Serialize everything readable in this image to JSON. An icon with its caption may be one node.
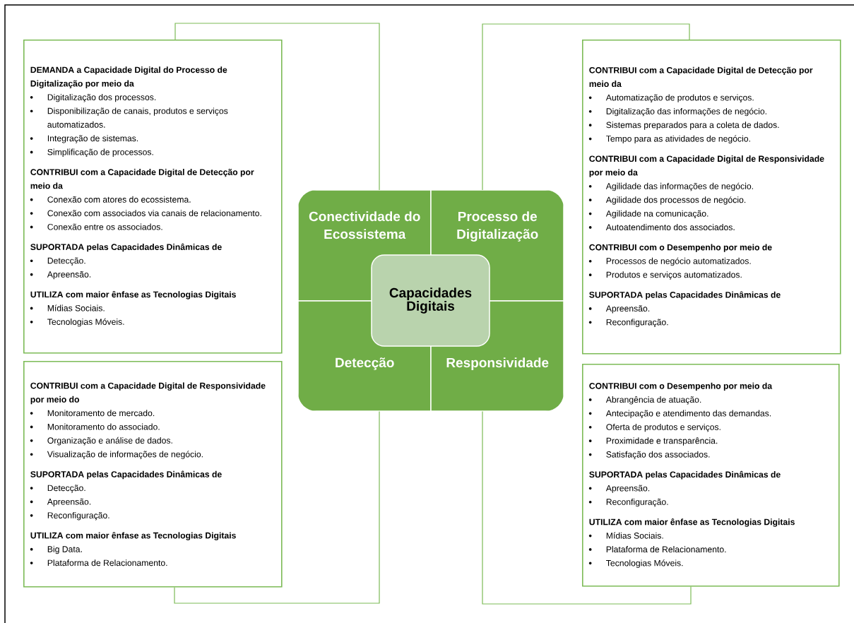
{
  "diagram": {
    "nodes": [
      {
        "text": [
          "Conectividade do Ecossistema"
        ]
      },
      {
        "text": [
          "Processo de Digitalização"
        ]
      },
      {
        "text": [
          "Detecção"
        ]
      },
      {
        "text": [
          "Responsividade"
        ]
      },
      {
        "text": [
          "Capacidades Digitais"
        ]
      },
      {
        "text": [
          "DEMANDA a Capacidade Digital do Processo de Digitalização por meio da",
          "Digitalização dos processos.",
          "Disponibilização de canais, produtos e serviços automatizados.",
          "Integração de sistemas.",
          "Simplificação de processos.",
          "CONTRIBUI com a Capacidade Digital de Detecção por meio da",
          "Conexão com atores do ecossistema.",
          "Conexão com associados via canais de relacionamento.",
          "Conexão entre os associados.",
          "SUPORTADA pelas Capacidades Dinâmicas de",
          "Detecção.",
          "Apreensão.",
          "UTILIZA com maior ênfase as Tecnologias Digitais",
          "Mídias Sociais.",
          "Tecnologias Móveis."
        ]
      },
      {
        "text": [
          "CONTRIBUI com a Capacidade Digital de Detecção por meio da",
          "Automatização de produtos e serviços.",
          "Digitalização das informações de negócio.",
          "Sistemas preparados para a coleta de dados.",
          "Tempo para as atividades de negócio.",
          "CONTRIBUI com a Capacidade Digital de Responsividade por meio da",
          "Agilidade das informações de negócio.",
          "Agilidade dos processos de negócio.",
          "Agilidade na comunicação.",
          "Autoatendimento dos associados.",
          "CONTRIBUI com o Desempenho por meio de",
          "Processos de negócio automatizados.",
          "Produtos e serviços automatizados.",
          "SUPORTADA pelas Capacidades Dinâmicas de",
          "Apreensão.",
          "Reconfiguração."
        ]
      },
      {
        "text": [
          "CONTRIBUI com a Capacidade Digital de Responsividade por meio do",
          "Monitoramento de mercado.",
          "Monitoramento do associado.",
          "Organização e análise de dados.",
          "Visualização de informações de negócio.",
          "SUPORTADA pelas Capacidades Dinâmicas de",
          "Detecção.",
          "Apreensão.",
          "Reconfiguração.",
          "UTILIZA com maior ênfase as Tecnologias Digitais",
          "Big Data.",
          "Plataforma de Relacionamento."
        ]
      },
      {
        "text": [
          "CONTRIBUI com o Desempenho por meio da",
          "Abrangência de atuação.",
          "Antecipação e atendimento das demandas.",
          "Oferta de produtos e serviços.",
          "Proximidade e transparência.",
          "Satisfação dos associados.",
          "SUPORTADA pelas Capacidades Dinâmicas de",
          "Apreensão.",
          "Reconfiguração.",
          "UTILIZA com maior ênfase as Tecnologias Digitais",
          "Mídias Sociais.",
          "Plataforma de Relacionamento.",
          "Tecnologias Móveis."
        ]
      }
    ],
    "edges": [
      {
        "from": 0,
        "to": 5,
        "arrow": "none"
      },
      {
        "from": 1,
        "to": 6,
        "arrow": "none"
      },
      {
        "from": 2,
        "to": 7,
        "arrow": "none"
      },
      {
        "from": 3,
        "to": 8,
        "arrow": "none"
      }
    ]
  }
}
